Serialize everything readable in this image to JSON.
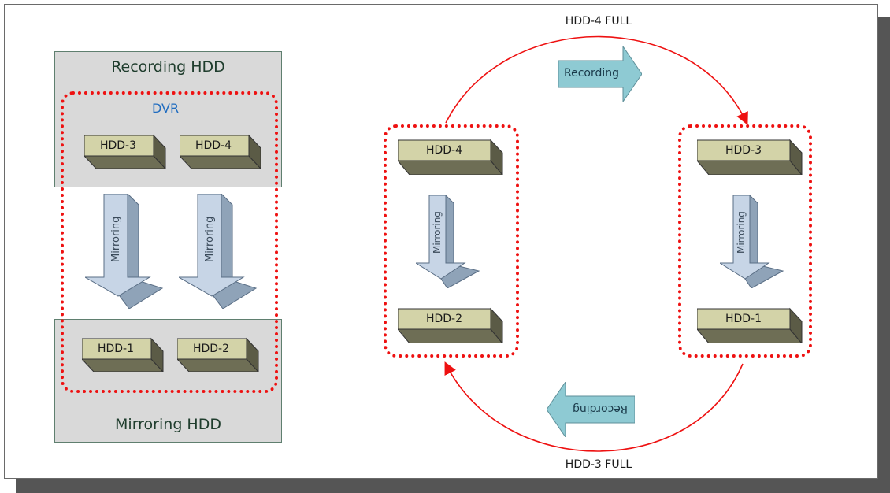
{
  "left": {
    "recording_title": "Recording HDD",
    "mirroring_title": "Mirroring HDD",
    "dvr_label": "DVR",
    "top_drives": [
      "HDD-3",
      "HDD-4"
    ],
    "bottom_drives": [
      "HDD-1",
      "HDD-2"
    ],
    "mirror_labels": [
      "Mirroring",
      "Mirroring"
    ]
  },
  "right": {
    "top_caption": "HDD-4 FULL",
    "bottom_caption": "HDD-3 FULL",
    "top_arrow_label": "Recording",
    "bottom_arrow_label": "Recording",
    "left_group": {
      "top": "HDD-4",
      "bottom": "HDD-2",
      "mirror": "Mirroring"
    },
    "right_group": {
      "top": "HDD-3",
      "bottom": "HDD-1",
      "mirror": "Mirroring"
    }
  },
  "colors": {
    "panel": "#d9d9d9",
    "hdd_face": "#d3d3a8",
    "hdd_side": "#6e6e55",
    "mirror_arrow": "#c7d5e6",
    "recording_arrow": "#8ecad3",
    "dotted_border": "#ee1111",
    "dvr_text": "#1f6cc0"
  }
}
